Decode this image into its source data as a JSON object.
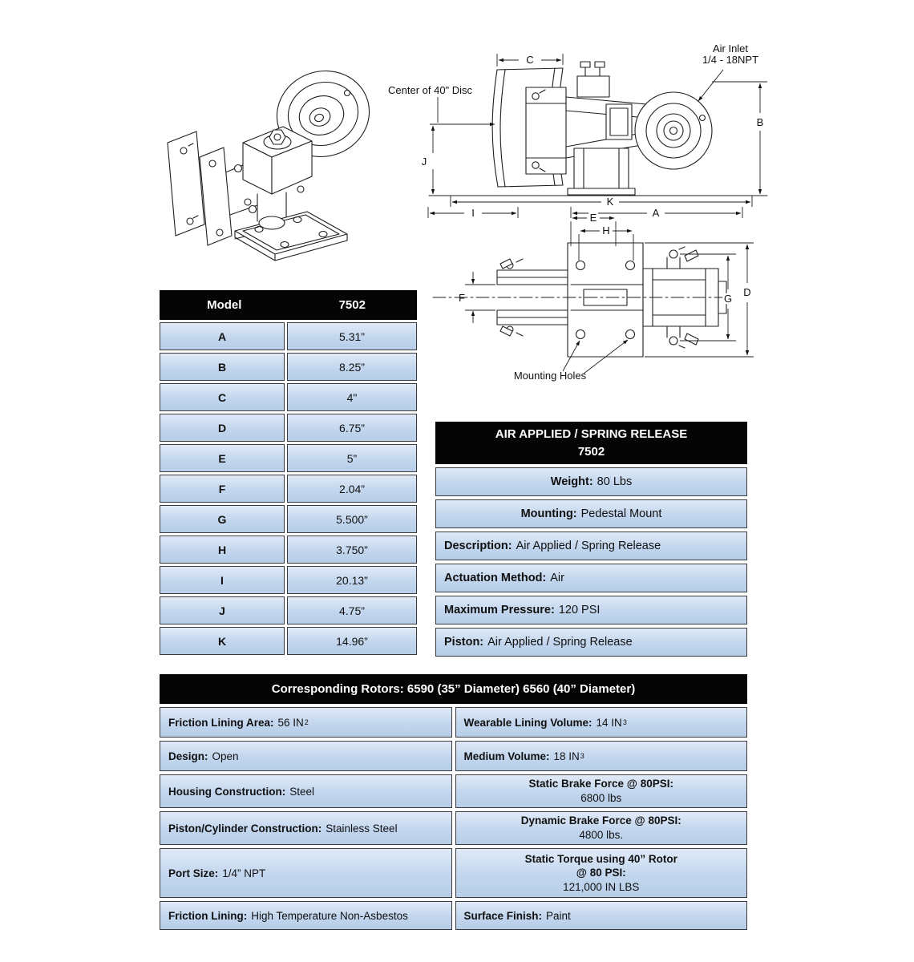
{
  "diagram": {
    "labels": {
      "center_disc": "Center of 40\" Disc",
      "air_inlet_line1": "Air Inlet",
      "air_inlet_line2": "1/4 - 18NPT",
      "mounting_holes": "Mounting Holes",
      "A": "A",
      "B": "B",
      "C": "C",
      "D": "D",
      "E": "E",
      "F": "F",
      "G": "G",
      "H": "H",
      "I": "I",
      "J": "J",
      "K": "K"
    }
  },
  "dimension_table": {
    "model_label": "Model",
    "model_value": "7502",
    "rows": [
      {
        "label": "A",
        "value": "5.31”"
      },
      {
        "label": "B",
        "value": "8.25”"
      },
      {
        "label": "C",
        "value": "4\""
      },
      {
        "label": "D",
        "value": "6.75”"
      },
      {
        "label": "E",
        "value": "5”"
      },
      {
        "label": "F",
        "value": "2.04”"
      },
      {
        "label": "G",
        "value": "5.500”"
      },
      {
        "label": "H",
        "value": "3.750”"
      },
      {
        "label": "I",
        "value": "20.13”"
      },
      {
        "label": "J",
        "value": "4.75”"
      },
      {
        "label": "K",
        "value": "14.96”"
      }
    ]
  },
  "spec_table": {
    "title_line1": "AIR APPLIED / SPRING RELEASE",
    "title_line2": "7502",
    "rows": [
      {
        "label": "Weight:",
        "value": "80 Lbs"
      },
      {
        "label": "Mounting:",
        "value": "Pedestal Mount"
      },
      {
        "label": "Description:",
        "value": "Air Applied / Spring Release"
      },
      {
        "label": "Actuation Method:",
        "value": "Air"
      },
      {
        "label": "Maximum Pressure:",
        "value": "120 PSI"
      },
      {
        "label": "Piston:",
        "value": "Air Applied / Spring Release"
      }
    ]
  },
  "rotor_table": {
    "title": "Corresponding Rotors: 6590 (35” Diameter) 6560 (40” Diameter)",
    "left_rows": [
      {
        "label": "Friction Lining Area:",
        "value": "56 IN",
        "sup": "2"
      },
      {
        "label": "Design:",
        "value": "Open"
      },
      {
        "label": "Housing Construction:",
        "value": "Steel"
      },
      {
        "label": "Piston/Cylinder Construction:",
        "value": "Stainless Steel"
      },
      {
        "label": "Port Size:",
        "value": "1/4” NPT"
      },
      {
        "label": "Friction Lining:",
        "value": "High Temperature Non-Asbestos"
      }
    ],
    "right_rows": [
      {
        "label": "Wearable Lining Volume:",
        "value": "14 IN",
        "sup": "3"
      },
      {
        "label": "Medium Volume:",
        "value": "18 IN",
        "sup": "3"
      },
      {
        "label": "Static Brake Force @ 80PSI:",
        "value": "6800 lbs"
      },
      {
        "label": "Dynamic Brake Force @ 80PSI:",
        "value": "4800 lbs."
      },
      {
        "label": "Static Torque using 40” Rotor",
        "label2": "@ 80 PSI:",
        "value": "121,000 IN LBS"
      },
      {
        "label": "Surface Finish:",
        "value": "Paint"
      }
    ]
  }
}
